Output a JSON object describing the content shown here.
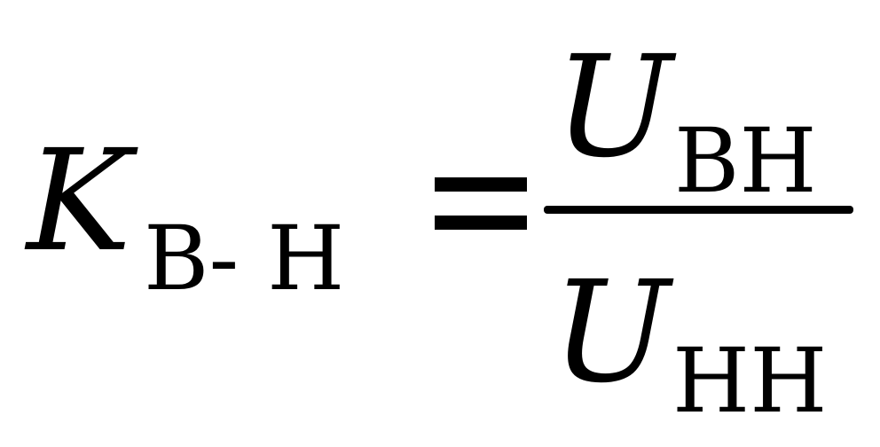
{
  "formula": {
    "lhs": {
      "symbol": "K",
      "subscript": "В- Н"
    },
    "relation": "=",
    "rhs": {
      "numerator": {
        "symbol": "U",
        "subscript": "ВН"
      },
      "denominator": {
        "symbol": "U",
        "subscript": "НН"
      }
    }
  }
}
